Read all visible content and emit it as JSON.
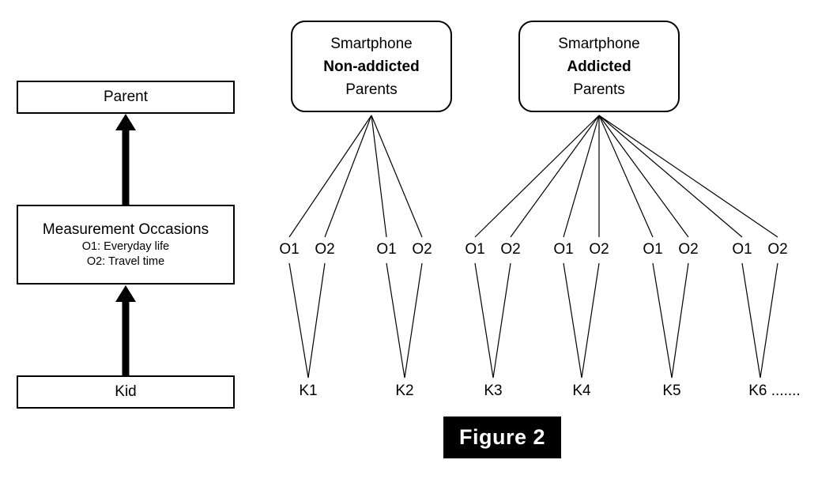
{
  "figure": {
    "caption": "Figure 2",
    "caption_bg": "#000000",
    "caption_fg": "#ffffff"
  },
  "left_panel": {
    "levels": [
      {
        "id": "parent",
        "title": "Parent",
        "sub_lines": []
      },
      {
        "id": "measurement-occasions",
        "title": "Measurement Occasions",
        "sub_lines": [
          "O1: Everyday life",
          "O2: Travel time"
        ]
      },
      {
        "id": "kid",
        "title": "Kid",
        "sub_lines": []
      }
    ],
    "arrows": [
      {
        "id": "kid-to-measurement",
        "direction": "up"
      },
      {
        "id": "measurement-to-parent",
        "direction": "up"
      }
    ]
  },
  "right_panel": {
    "groups": [
      {
        "id": "non-addicted",
        "line1": "Smartphone",
        "line2": "Non-addicted",
        "line3": "Parents",
        "bold_line": 2,
        "kid_count": 2
      },
      {
        "id": "addicted",
        "line1": "Smartphone",
        "line2": "Addicted",
        "line3": "Parents",
        "bold_line": 2,
        "kid_count": 4
      }
    ],
    "occasion_labels": [
      "O1",
      "O2",
      "O1",
      "O2",
      "O1",
      "O2",
      "O1",
      "O2",
      "O1",
      "O2",
      "O1",
      "O2"
    ],
    "kid_labels": [
      "K1",
      "K2",
      "K3",
      "K4",
      "K5",
      "K6 ......."
    ]
  },
  "colors": {
    "stroke": "#000000",
    "background": "#ffffff"
  }
}
